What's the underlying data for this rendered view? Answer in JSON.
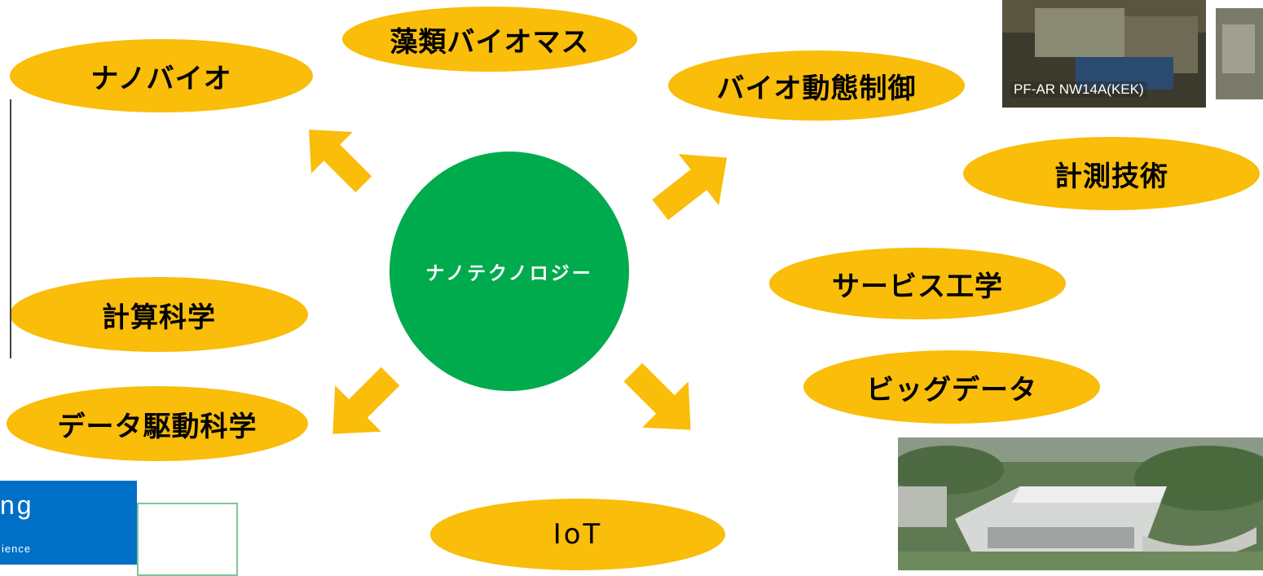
{
  "center": {
    "label": "ナノテクノロジー"
  },
  "topics": [
    {
      "id": "nanobio",
      "label": "ナノバイオ"
    },
    {
      "id": "algae",
      "label": "藻類バイオマス"
    },
    {
      "id": "bio-control",
      "label": "バイオ動態制御"
    },
    {
      "id": "measurement",
      "label": "計測技術"
    },
    {
      "id": "service-eng",
      "label": "サービス工学"
    },
    {
      "id": "big-data",
      "label": "ビッグデータ"
    },
    {
      "id": "iot",
      "label": "IoT"
    },
    {
      "id": "data-driven",
      "label": "データ駆動科学"
    },
    {
      "id": "computational",
      "label": "計算科学"
    }
  ],
  "photo_top": {
    "caption": "PF-AR NW14A(KEK)"
  },
  "logo": {
    "main": "ng",
    "sub": "ience"
  },
  "colors": {
    "ellipse": "#f9bd0a",
    "center": "#00ab4e",
    "center_text": "#ffffff",
    "arrow": "#f9bd0a",
    "logo_bg": "#0070c6",
    "outline_box": "#7fc59a"
  }
}
